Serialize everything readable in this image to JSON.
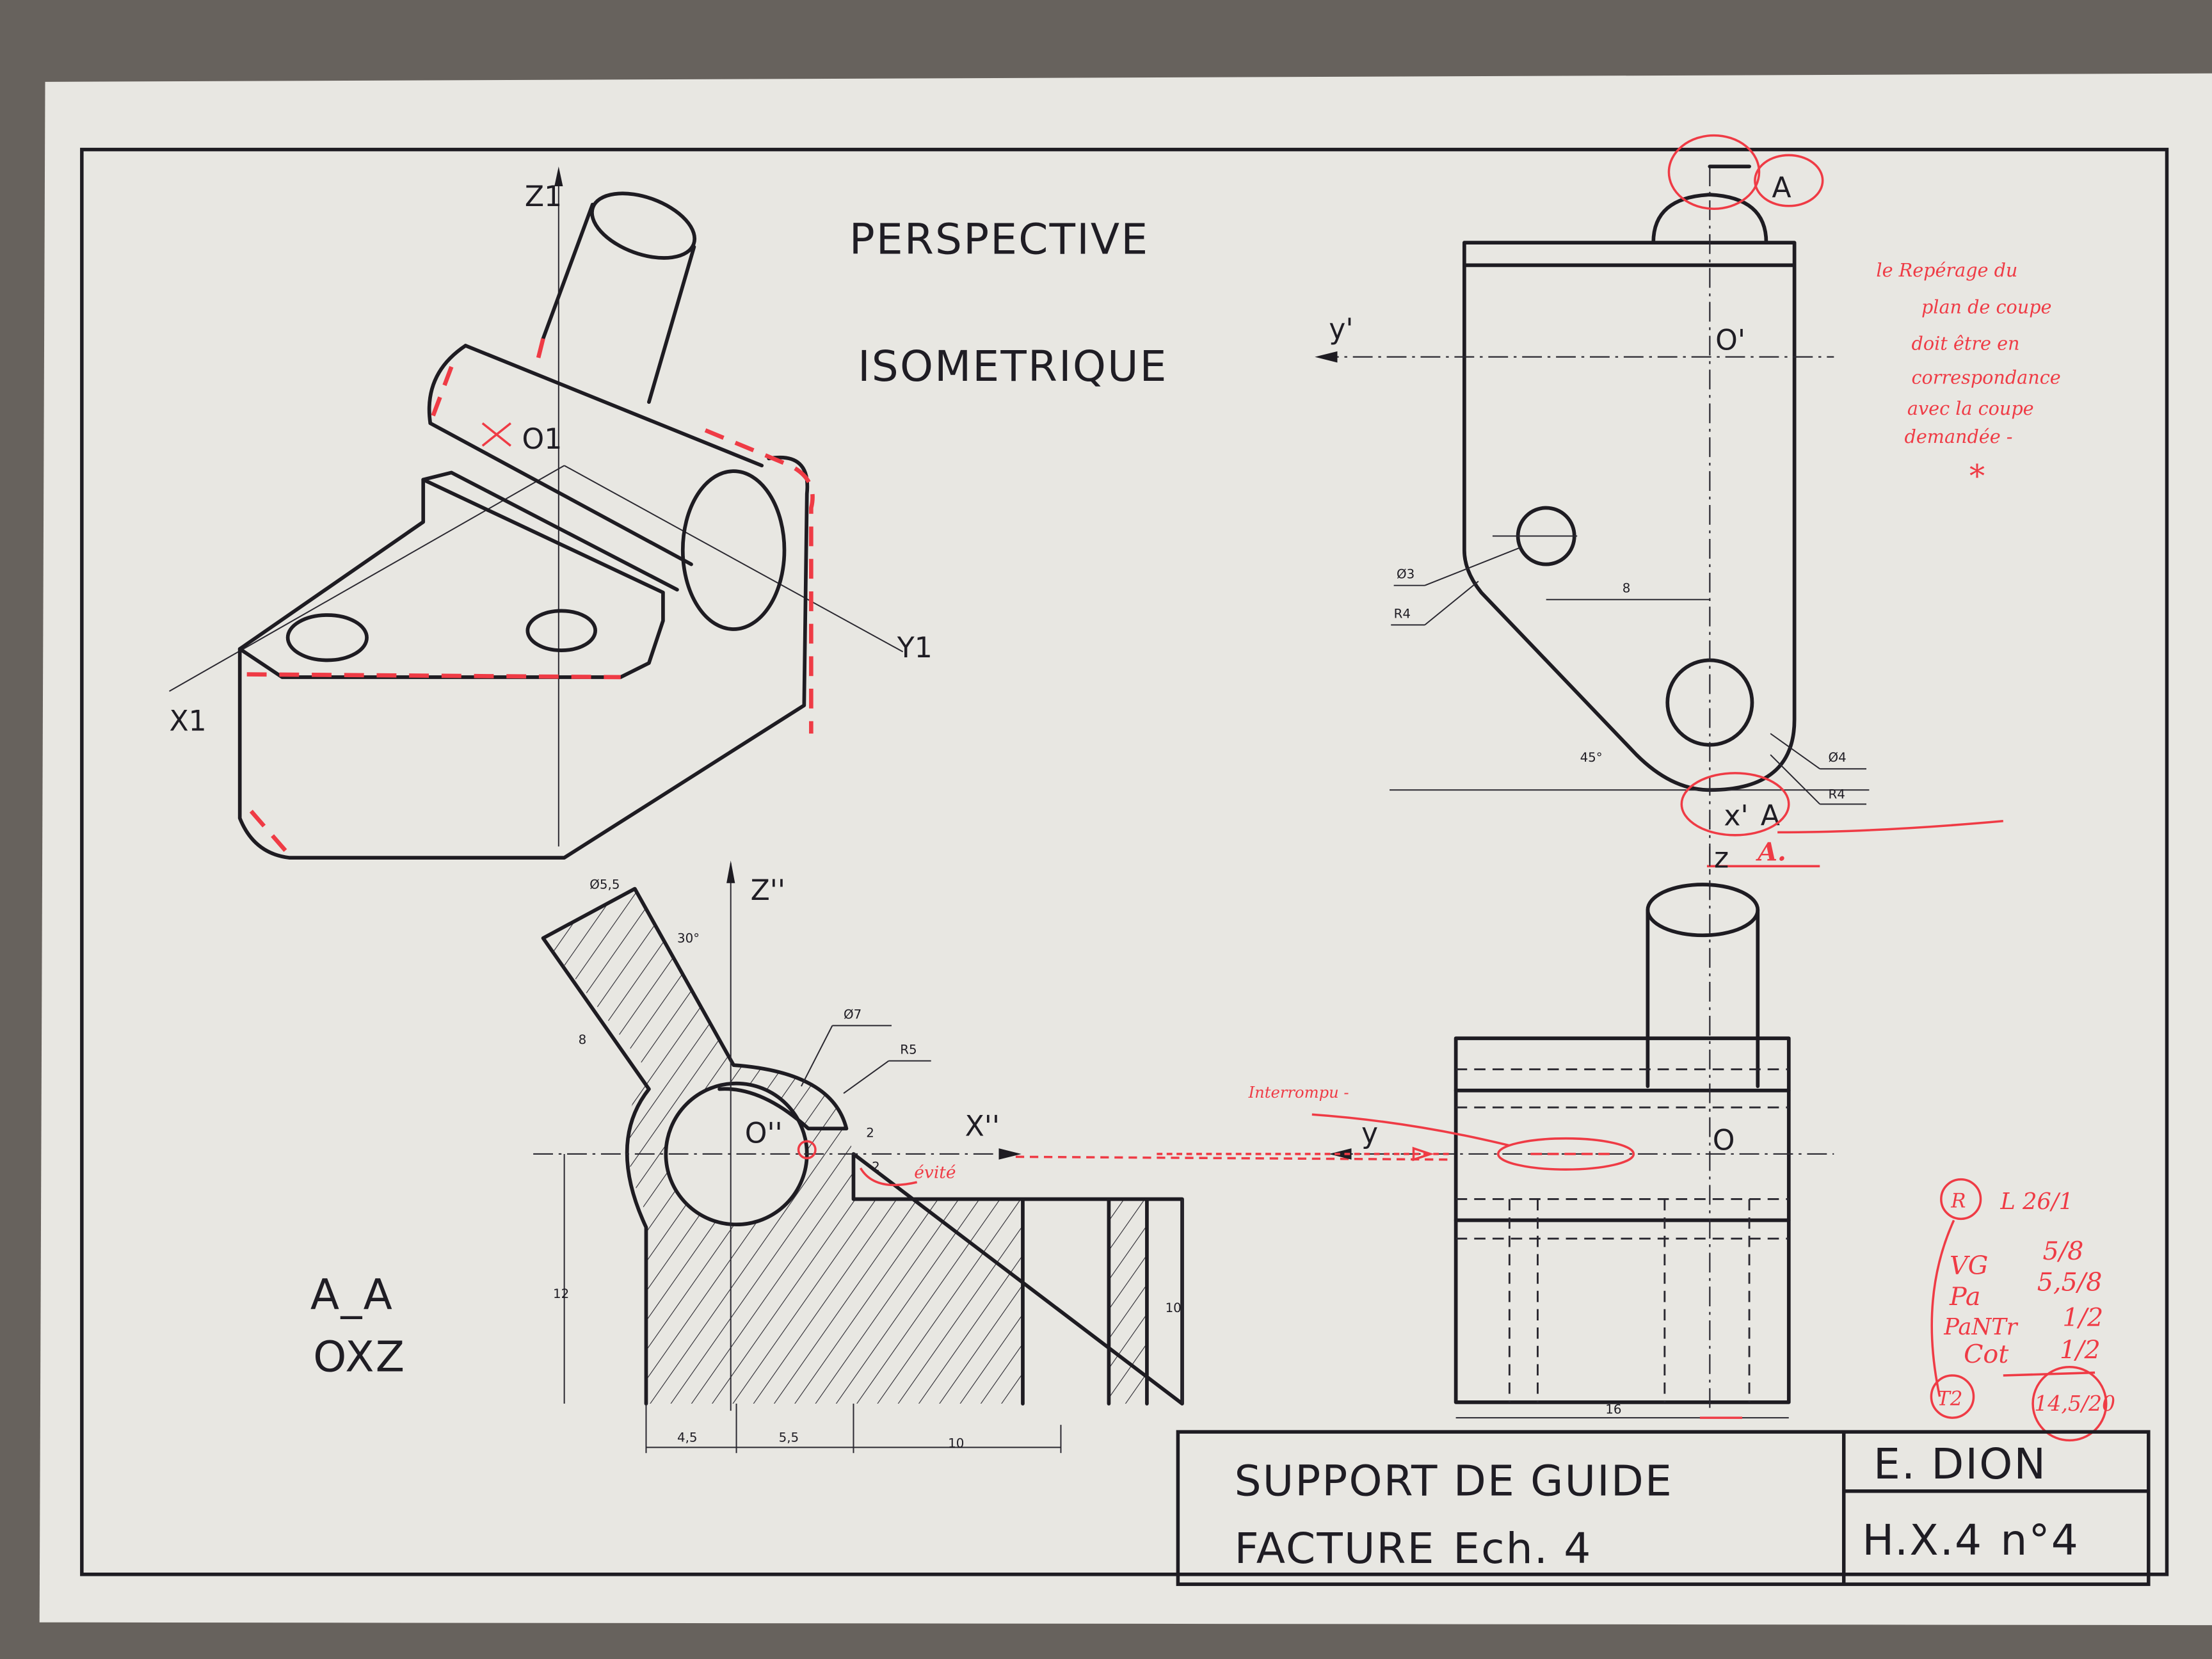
{
  "colors": {
    "ink": "#1e1c22",
    "correction_red": "#ef3b45",
    "paper": "#e8e7e2",
    "background": "#67625d"
  },
  "perspective": {
    "title_line1": "PERSPECTIVE",
    "title_line2": "ISOMETRIQUE",
    "axis_z": "Z1",
    "axis_x": "X1",
    "axis_y": "Y1",
    "origin": "O1"
  },
  "section": {
    "label_line1": "A_A",
    "label_line2": "OXZ",
    "axis_z": "Z''",
    "axis_x": "X''",
    "origin": "O''",
    "dims": {
      "boss_diameter": "Ø5,5",
      "angle": "30°",
      "boss_length": "8",
      "bore": "Ø7",
      "radius": "R5",
      "step_v": "2",
      "step_h": "2",
      "height_left": "12",
      "height_right": "10",
      "w1": "4,5",
      "w2": "5,5",
      "w3": "10"
    }
  },
  "top_view": {
    "cut_label_top": "A",
    "axis_y": "y'",
    "origin": "O'",
    "axis_x": "x'",
    "cut_label_bottom": "A",
    "dims": {
      "small_hole": "Ø3",
      "radius_left": "R4",
      "spacing": "8",
      "angle": "45°",
      "large_hole": "Ø4",
      "radius_right": "R4"
    }
  },
  "front_view": {
    "axis_z": "z",
    "axis_y": "y",
    "origin": "O",
    "width": "16"
  },
  "title_block": {
    "title": "SUPPORT DE GUIDE",
    "subtitle": "FACTURE",
    "scale": "Ech. 4",
    "author": "E. DION",
    "class": "H.X.4",
    "number": "n°4"
  },
  "corrections": {
    "note_lines": [
      "le Repérage du",
      "plan de coupe",
      "doit être en",
      "correspondance",
      "avec la coupe",
      "demandée -"
    ],
    "note_mark": "*",
    "avoid": "évité",
    "interrupted": "Interrompu -",
    "cut_letter": "A.",
    "grading": {
      "circle_mark": "R",
      "date": "L 26/1",
      "rows": [
        {
          "label": "VG",
          "score": "5/8"
        },
        {
          "label": "Pa",
          "score": "5,5/8"
        },
        {
          "label": "PaNTr",
          "score": "1/2"
        },
        {
          "label": "Cot",
          "score": "1/2"
        }
      ],
      "bottom_mark": "T2",
      "total": "14,5/20"
    }
  }
}
